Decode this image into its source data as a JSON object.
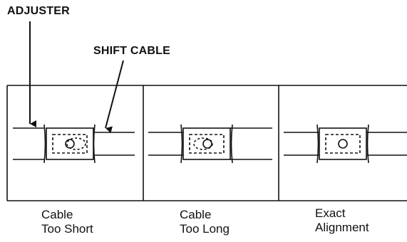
{
  "callouts": {
    "adjuster": "ADJUSTER",
    "shift_cable": "SHIFT CABLE"
  },
  "panels": [
    {
      "caption_line1": "Cable",
      "caption_line2": "Too Short",
      "state": "too-short"
    },
    {
      "caption_line1": "Cable",
      "caption_line2": "Too Long",
      "state": "too-long"
    },
    {
      "caption_line1": "Exact",
      "caption_line2": "Alignment",
      "state": "exact"
    }
  ],
  "colors": {
    "ink": "#111111",
    "paper": "#ffffff"
  }
}
